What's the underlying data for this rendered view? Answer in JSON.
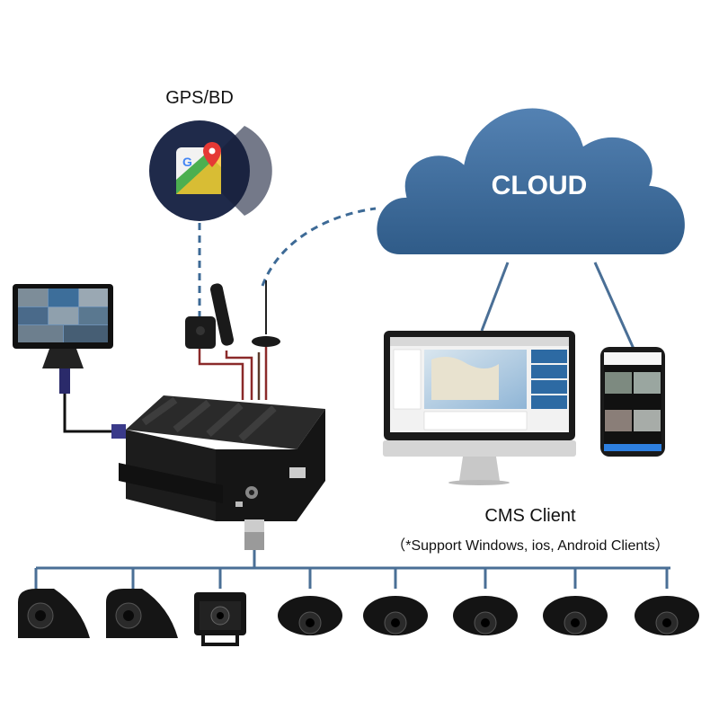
{
  "labels": {
    "gps": "GPS/BD",
    "cloud": "CLOUD",
    "cms_title": "CMS Client",
    "cms_subtitle": "（*Support Windows, ios, Android Clients）"
  },
  "colors": {
    "cloud_fill": "#3e6c9c",
    "link_line": "#4a6f96",
    "dashed_line": "#3d6a96",
    "gps_circle": "#1f2a4a"
  },
  "cameras": [
    "side-camera",
    "side-camera",
    "rear-view-camera",
    "dome-camera",
    "dome-camera",
    "dome-camera",
    "dome-camera",
    "dome-camera"
  ]
}
